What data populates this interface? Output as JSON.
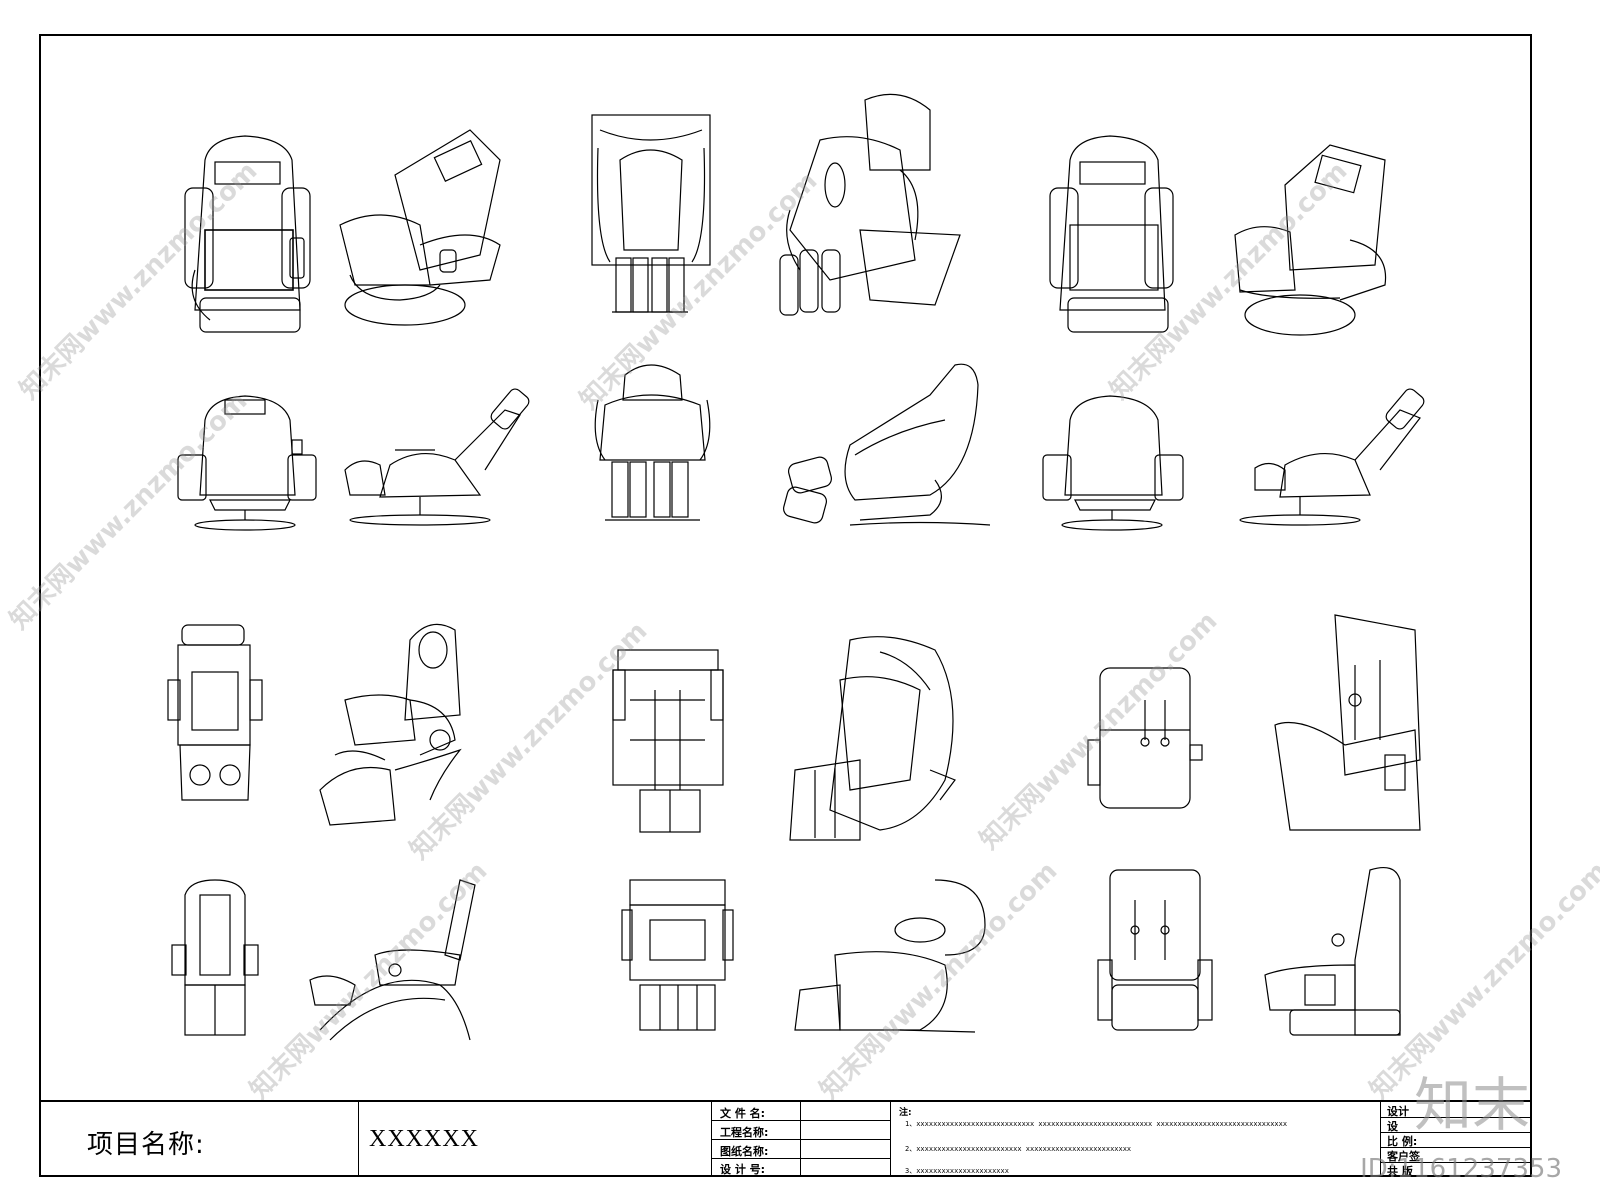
{
  "title_block": {
    "project_label": "项目名称:",
    "project_value": "XXXXXX",
    "fields": [
      "文 件 名:",
      "工程名称:",
      "图纸名称:",
      "设 计 号:"
    ],
    "notes_label": "注:",
    "notes": [
      "1、xxxxxxxxxxxxxxxxxxxxxxxxxxxx    xxxxxxxxxxxxxxxxxxxxxxxxxxx    xxxxxxxxxxxxxxxxxxxxxxxxxxxxxxx",
      "2、xxxxxxxxxxxxxxxxxxxxxxxxx    xxxxxxxxxxxxxxxxxxxxxxxxx",
      "3、xxxxxxxxxxxxxxxxxxxxxx"
    ],
    "signatures": [
      "设计",
      "设",
      "比 例:",
      "客户签",
      "共 版"
    ]
  },
  "watermark": {
    "text": "知末网www.znzmo.com",
    "brand": "知末",
    "id": "ID:1161237353"
  }
}
